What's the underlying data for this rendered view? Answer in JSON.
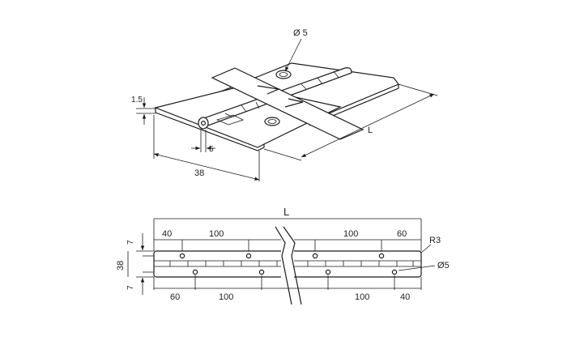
{
  "iso_view": {
    "dia_label": "Ø 5",
    "thickness_label": "1.5",
    "knuckle_gap_label": "5",
    "width_label": "38",
    "length_label": "L"
  },
  "plan_view": {
    "length_label": "L",
    "top_spacing": [
      "40",
      "100",
      "100",
      "60"
    ],
    "bottom_spacing": [
      "60",
      "100",
      "100",
      "40"
    ],
    "radius_label": "R3",
    "hole_label": "Ø5",
    "width_label": "38",
    "edge_top_label": "7",
    "edge_bottom_label": "7"
  }
}
